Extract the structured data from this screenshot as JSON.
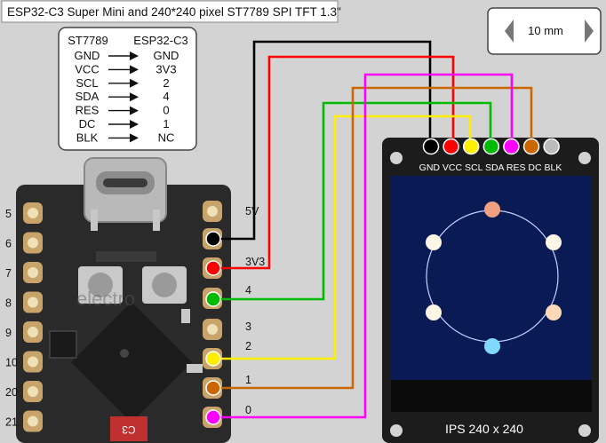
{
  "title": "ESP32-C3 Super Mini and 240*240 pixel ST7789 SPI TFT 1.3\"",
  "scale": {
    "label": "10 mm"
  },
  "pin_table": {
    "header_left": "ST7789",
    "header_right": "ESP32-C3",
    "rows": [
      {
        "from": "GND",
        "to": "GND"
      },
      {
        "from": "VCC",
        "to": "3V3"
      },
      {
        "from": "SCL",
        "to": "2"
      },
      {
        "from": "SDA",
        "to": "4"
      },
      {
        "from": "RES",
        "to": "0"
      },
      {
        "from": "DC",
        "to": "1"
      },
      {
        "from": "BLK",
        "to": "NC"
      }
    ]
  },
  "esp32": {
    "left_pins": [
      "5",
      "6",
      "7",
      "8",
      "9",
      "10",
      "20",
      "21"
    ],
    "right_pins": [
      "5V",
      "3V3",
      "4",
      "3",
      "2",
      "1",
      "0"
    ],
    "chip_marking": "C3",
    "brand_watermark": "electro"
  },
  "tft": {
    "header_label": "GND VCC SCL SDA RES DC BLK",
    "bottom_label": "IPS 240 x 240",
    "pin_colors": [
      "#000000",
      "#ff0000",
      "#ffee00",
      "#00bb00",
      "#ff00ff",
      "#cc6600",
      "#bbbbbb"
    ]
  },
  "wires": [
    {
      "color": "#000000",
      "net": "GND"
    },
    {
      "color": "#ff0000",
      "net": "VCC"
    },
    {
      "color": "#ffee00",
      "net": "SCL"
    },
    {
      "color": "#00bb00",
      "net": "SDA"
    },
    {
      "color": "#ff00ff",
      "net": "RES"
    },
    {
      "color": "#cc6600",
      "net": "DC"
    }
  ]
}
